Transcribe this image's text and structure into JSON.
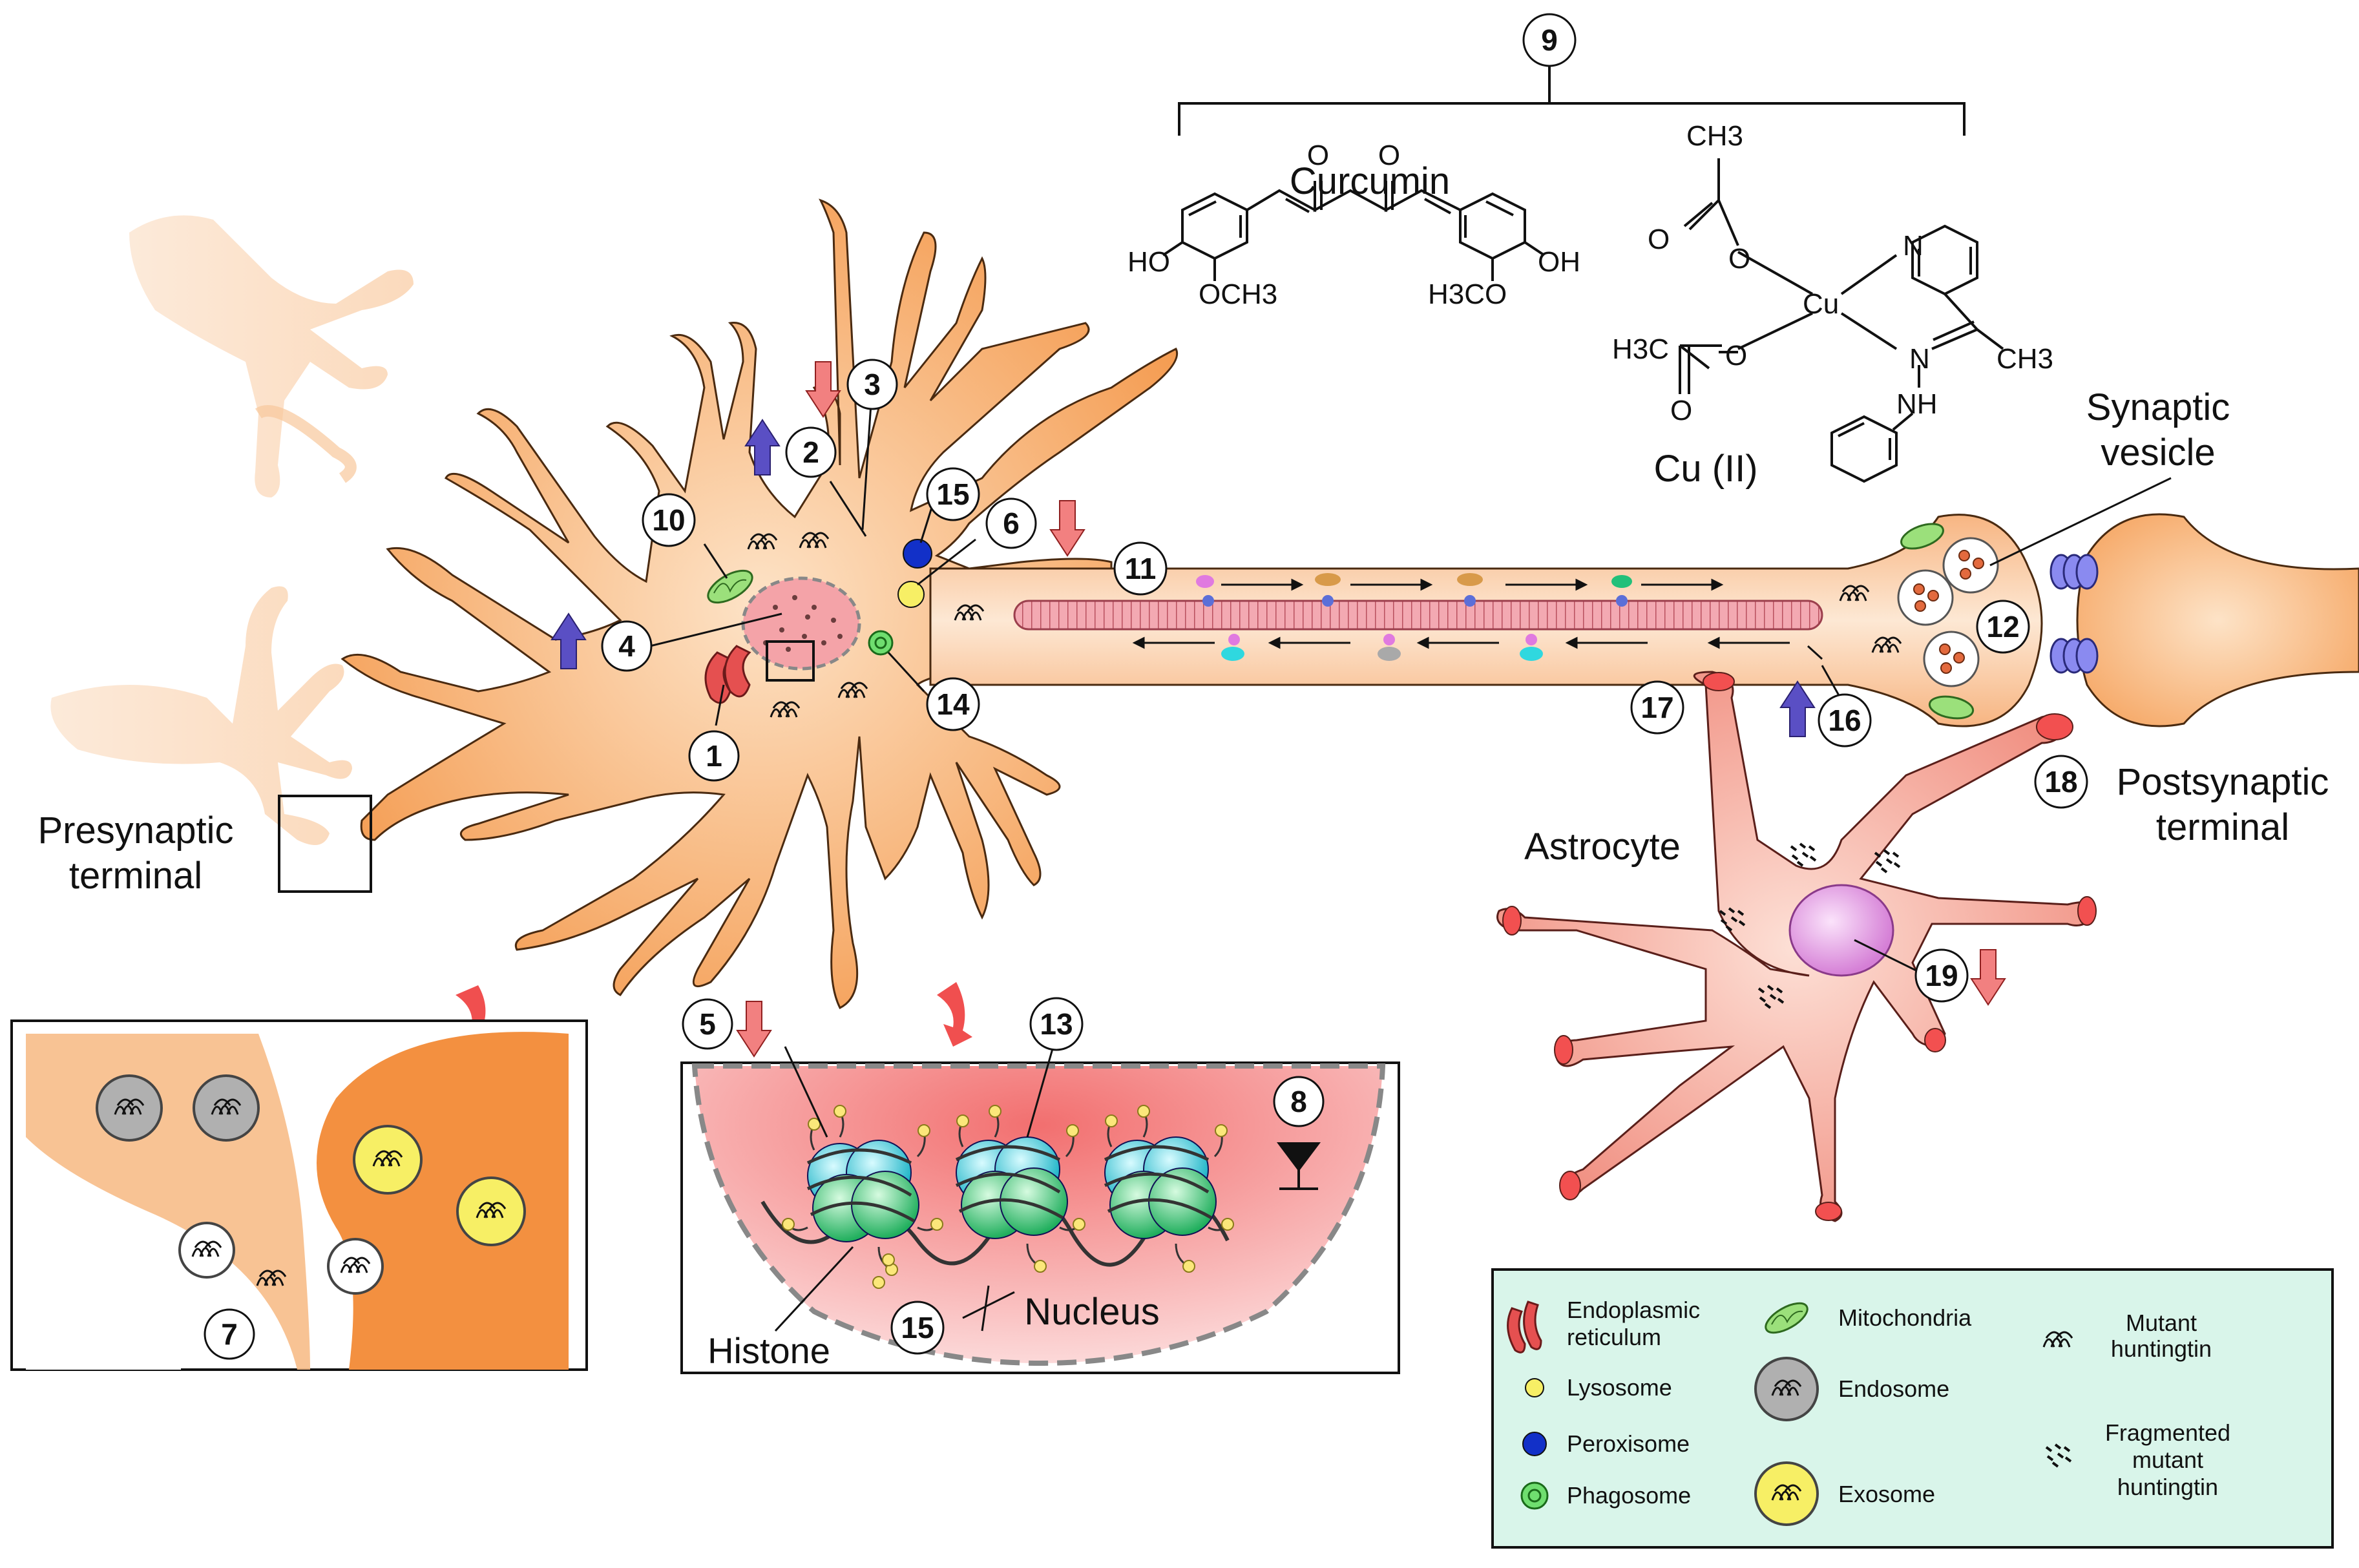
{
  "labels": {
    "presynaptic": [
      "Presynaptic",
      "terminal"
    ],
    "postsynaptic": [
      "Postsynaptic",
      "terminal"
    ],
    "synaptic_vesicle": [
      "Synaptic",
      "vesicle"
    ],
    "astrocyte": "Astrocyte",
    "nucleus": "Nucleus",
    "histone": "Histone",
    "curcumin": "Curcumin",
    "cu2": "Cu (II)"
  },
  "chemistry": {
    "ho": "HO",
    "och3": "OCH3",
    "h3co": "H3CO",
    "oh": "OH",
    "o": "O",
    "ch3": "CH3",
    "h3c": "H3C",
    "cu": "Cu",
    "n": "N",
    "nh": "NH"
  },
  "markers": [
    "1",
    "2",
    "3",
    "4",
    "5",
    "6",
    "7",
    "8",
    "9",
    "10",
    "11",
    "12",
    "13",
    "14",
    "15",
    "15",
    "16",
    "17",
    "18",
    "19"
  ],
  "arrows": {
    "up": [
      "2",
      "4",
      "16"
    ],
    "down": [
      "3",
      "5",
      "6",
      "19"
    ]
  },
  "legend": {
    "items": [
      {
        "label": [
          "Endoplasmic",
          "reticulum"
        ],
        "icon": "er-icon"
      },
      {
        "label": [
          "Mitochondria"
        ],
        "icon": "mitochondria-icon"
      },
      {
        "label": [
          "Mutant",
          "huntingtin"
        ],
        "icon": "mutant-huntingtin-icon"
      },
      {
        "label": [
          "Lysosome"
        ],
        "icon": "lysosome-icon"
      },
      {
        "label": [
          "Endosome"
        ],
        "icon": "endosome-icon"
      },
      {
        "label": [
          "Fragmented",
          "mutant",
          "huntingtin"
        ],
        "icon": "fragmented-huntingtin-icon"
      },
      {
        "label": [
          "Peroxisome"
        ],
        "icon": "peroxisome-icon"
      },
      {
        "label": [
          "Phagosome"
        ],
        "icon": "phagosome-icon"
      },
      {
        "label": [
          "Exosome"
        ],
        "icon": "exosome-icon"
      }
    ]
  },
  "colors": {
    "neuron": "#f6a35c",
    "neuron_light": "#fcd9b4",
    "astrocyte": "#f28c80",
    "nucleus_fill": "#f49a9a",
    "legend_bg": "#d9f5ea",
    "up_arrow": "#5a4fc4",
    "down_arrow": "#f28080"
  }
}
